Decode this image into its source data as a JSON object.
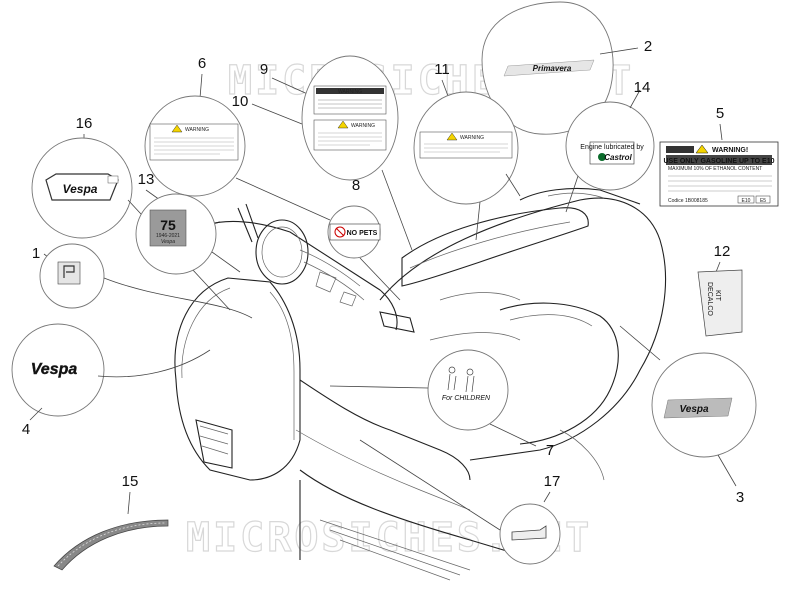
{
  "watermark": {
    "text": "MICROSICHES.NET"
  },
  "callouts": {
    "c1": "1",
    "c2": "2",
    "c3": "3",
    "c4": "4",
    "c5": "5",
    "c6": "6",
    "c7": "7",
    "c8": "8",
    "c9": "9",
    "c10": "10",
    "c11": "11",
    "c12": "12",
    "c13": "13",
    "c14": "14",
    "c16": "16",
    "c15": "15",
    "c17": "17"
  },
  "labels": {
    "warning": "WARNING!",
    "warning_small": "WARNING",
    "gasoline": "USE ONLY GASOLINE UP TO E10",
    "gasoline_sub": "MAXIMUM 10% OF ETHANOL CONTENT",
    "no_pets": "NO PETS",
    "kit": "KIT",
    "decalco": "DECALCO",
    "engine_lubricated": "Engine lubricated by",
    "castrol": "Castrol",
    "for_children": "For CHILDREN",
    "badge_75": "75",
    "badge_years": "1946-2021",
    "vespa": "Vespa",
    "primavera": "Primavera",
    "code_5": "Codice 1B008185",
    "e10": "E10",
    "e5": "E5"
  }
}
